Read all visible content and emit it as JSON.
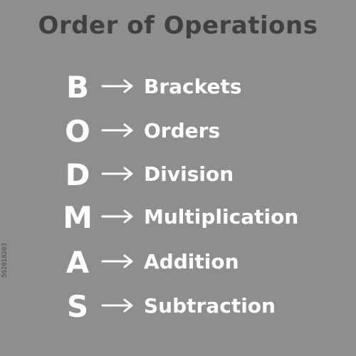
{
  "title": "Order of Operations",
  "rows": [
    {
      "letter": "B",
      "word": "Brackets"
    },
    {
      "letter": "O",
      "word": "Orders"
    },
    {
      "letter": "D",
      "word": "Division"
    },
    {
      "letter": "M",
      "word": "Multiplication"
    },
    {
      "letter": "A",
      "word": "Addition"
    },
    {
      "letter": "S",
      "word": "Subtraction"
    }
  ],
  "arrow_icon": "right-arrow-icon",
  "side_credit": "592018203",
  "colors": {
    "background": "#8e8e8f",
    "title": "#3f4042",
    "text": "#ffffff"
  }
}
